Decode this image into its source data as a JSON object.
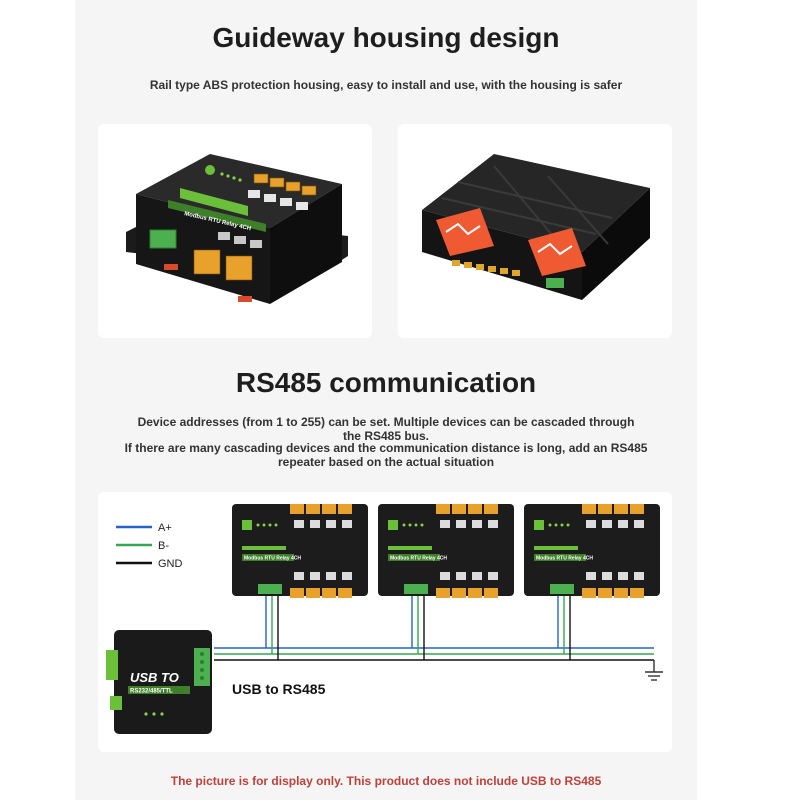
{
  "section1": {
    "title": "Guideway housing design",
    "subtitle": "Rail type ABS protection housing, easy to install and use, with the housing is safer"
  },
  "section2": {
    "title": "RS485 communication",
    "line1": "Device addresses (from 1 to 255) can be set. Multiple devices can be cascaded through",
    "line2": "the RS485 bus.",
    "line3": "If there are many cascading devices and the communication distance is long, add an RS485",
    "line4": "repeater based on the actual situation"
  },
  "product": {
    "label": "Modbus RTU Relay 4CH"
  },
  "diagram": {
    "legend": [
      "A+",
      "B-",
      "GND"
    ],
    "adapter_label": "USB to RS485",
    "adapter_text1": "USB TO",
    "adapter_text2": "RS232/485/TTL",
    "colors": {
      "a": "#2563c9",
      "b": "#33a853",
      "gnd": "#111111"
    }
  },
  "disclaimer": "The picture is for display only. This product does not include USB to RS485"
}
